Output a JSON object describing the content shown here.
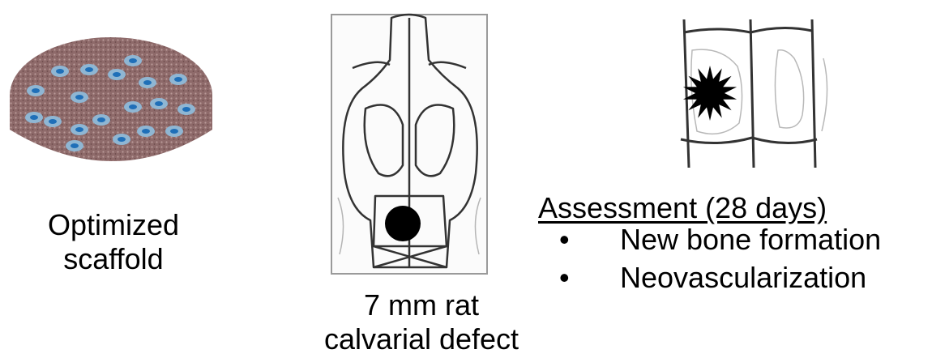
{
  "scaffold": {
    "caption_line1": "Optimized",
    "caption_line2": "scaffold",
    "colors": {
      "base": "#8e6a6a",
      "speckle": "#b99a98",
      "dot_outer": "#8fb6d3",
      "dot_inner": "#1f6fb8"
    }
  },
  "rat_skull": {
    "caption_line1": "7 mm rat",
    "caption_line2": "calvarial defect",
    "colors": {
      "outline": "#333333",
      "defect": "#000000"
    }
  },
  "assessment": {
    "heading": "Assessment (28 days)",
    "bullets": [
      "New bone formation",
      "Neovascularization"
    ],
    "colors": {
      "burst": "#000000",
      "outline": "#333333"
    }
  }
}
